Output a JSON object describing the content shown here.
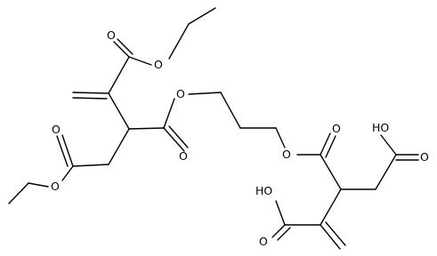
{
  "diagram": {
    "type": "structural-formula",
    "atom_labels": {
      "ester_carbonyl_o_top": "O",
      "ester_o_top": "O",
      "ester_carbonyl_o_left": "O",
      "ester_o_left": "O",
      "central_ester_o_1": "O",
      "central_carbonyl_o_1": "O",
      "central_ester_o_2": "O",
      "central_carbonyl_o_2": "O",
      "acid_oh_right": "HO",
      "acid_carbonyl_o_right": "O",
      "acid_oh_bottom": "HO",
      "acid_carbonyl_o_bottom": "O"
    }
  }
}
